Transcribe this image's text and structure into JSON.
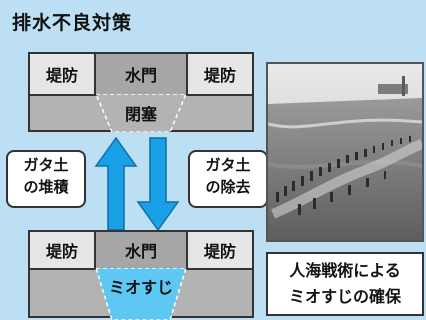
{
  "title": "排水不良対策",
  "top_structure": {
    "embankment_left": "堤防",
    "sluice_gate": "水門",
    "embankment_right": "堤防",
    "closure_label": "閉塞"
  },
  "process": {
    "accumulation_line1": "ガタ土",
    "accumulation_line2": "の堆積",
    "removal_line1": "ガタ土",
    "removal_line2": "の除去"
  },
  "bottom_structure": {
    "embankment_left": "堤防",
    "sluice_gate": "水門",
    "embankment_right": "堤防",
    "channel_label": "ミオすじ"
  },
  "caption": {
    "line1": "人海戦術による",
    "line2": "ミオすじの確保"
  },
  "colors": {
    "background": "#bcdff3",
    "arrow_fill": "#1aa0e6",
    "channel_fill": "#5ec8f2",
    "gate_fill": "#a6a6a6",
    "embankment_fill": "#e6e6e6"
  }
}
